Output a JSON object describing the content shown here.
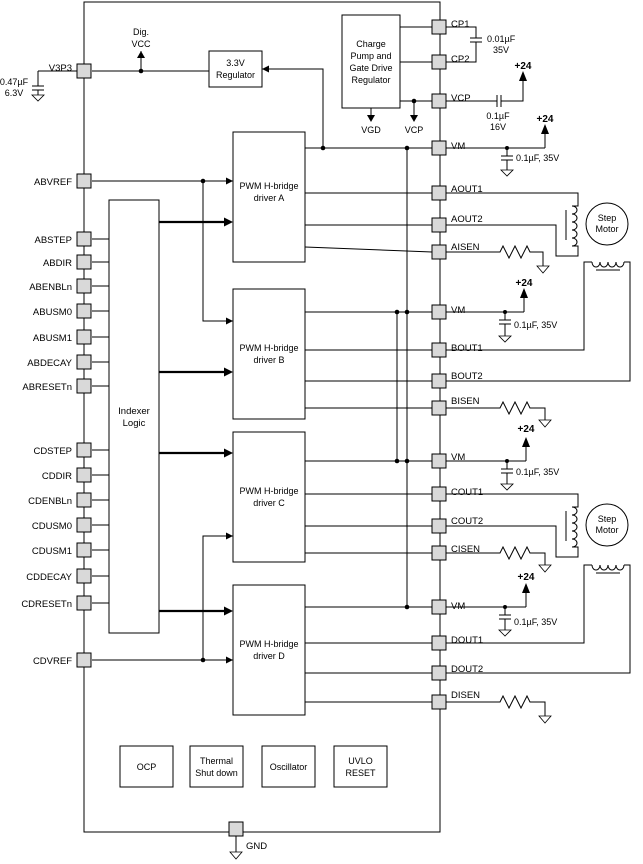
{
  "chip": {
    "dig_vcc": [
      "Dig.",
      "VCC"
    ],
    "regulator_3v3": [
      "3.3V",
      "Regulator"
    ],
    "charge_pump": [
      "Charge",
      "Pump and",
      "Gate Drive",
      "Regulator"
    ],
    "vgd": "VGD",
    "vcp_internal": "VCP",
    "indexer": [
      "Indexer",
      "Logic"
    ],
    "drivers": [
      [
        "PWM H-bridge",
        "driver A"
      ],
      [
        "PWM H-bridge",
        "driver B"
      ],
      [
        "PWM H-bridge",
        "driver C"
      ],
      [
        "PWM H-bridge",
        "driver D"
      ]
    ],
    "bottom_blocks": [
      [
        "OCP"
      ],
      [
        "Thermal",
        "Shut down"
      ],
      [
        "Oscillator"
      ],
      [
        "UVLO",
        "RESET"
      ]
    ]
  },
  "left_pins": [
    "V3P3",
    "ABVREF",
    "ABSTEP",
    "ABDIR",
    "ABENBLn",
    "ABUSM0",
    "ABUSM1",
    "ABDECAY",
    "ABRESETn",
    "CDSTEP",
    "CDDIR",
    "CDENBLn",
    "CDUSM0",
    "CDUSM1",
    "CDDECAY",
    "CDRESETn",
    "CDVREF"
  ],
  "right_pins": [
    "CP1",
    "CP2",
    "VCP",
    "VM",
    "AOUT1",
    "AOUT2",
    "AISEN",
    "VM",
    "BOUT1",
    "BOUT2",
    "BISEN",
    "VM",
    "COUT1",
    "COUT2",
    "CISEN",
    "VM",
    "DOUT1",
    "DOUT2",
    "DISEN"
  ],
  "bottom_pin": "GND",
  "external": {
    "v3p3_cap": [
      "0.47µF",
      "6.3V"
    ],
    "cp_cap": [
      "0.01µF",
      "35V"
    ],
    "vcp_cap": [
      "0.1µF",
      "16V"
    ],
    "vcp_supply": "+24",
    "vm_supply": "+24",
    "vm_cap": "0.1µF, 35V",
    "motor": [
      "Step",
      "Motor"
    ]
  }
}
